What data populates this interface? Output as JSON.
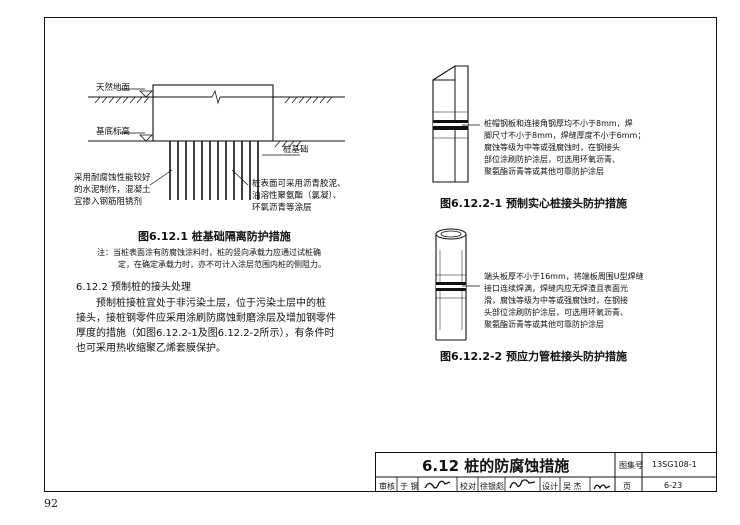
{
  "fig1": {
    "label_ground": "天然地面",
    "label_base": "基底标高",
    "label_pile": "桩基础",
    "left_note": [
      "采用耐腐蚀性能较好",
      "的水泥制作，混凝土",
      "宜掺入钢筋阻锈剂"
    ],
    "right_note": [
      "桩表面可采用沥青胶泥、",
      "油溶性聚氨酯（氯凝）、",
      "环氧沥青等涂层"
    ],
    "caption": "图6.12.1  桩基础隔离防护措施",
    "note_lines": [
      "注：当桩表面涂有防腐蚀涂料时，桩的竖向承载力应通过试桩确",
      "定，在确定承载力时，亦不可计入涂层范围内桩的侧阻力。"
    ]
  },
  "section": {
    "heading": "6.12.2  预制桩的接头处理",
    "lines": [
      "预制桩接桩宜处于非污染土层，位于污染土层中的桩",
      "接头，接桩钢零件应采用涂刷防腐蚀耐磨涂层及增加钢零件",
      "厚度的措施（如图6.12.2-1及图6.12.2-2所示），有条件时",
      "也可采用热收缩聚乙烯套膜保护。"
    ]
  },
  "fig2": {
    "note": [
      "桩帽钢板和连接角钢厚均不小于8mm，焊",
      "脚尺寸不小于8mm，焊缝厚度不小于6mm；",
      "腐蚀等级为中等或强腐蚀时，在钢接头",
      "部位涂刷防护涂层，可选用环氧沥青、",
      "聚氨酯沥青等或其他可靠防护涂层"
    ],
    "caption": "图6.12.2-1  预制实心桩接头防护措施"
  },
  "fig3": {
    "note": [
      "端头板厚不小于16mm，将端板周围U型焊缝",
      "接口连续焊满，焊缝内应无焊渣且表面光",
      "滑，腐蚀等级为中等或强腐蚀时，在钢接",
      "头部位涂刷防护涂层，可选用环氧沥青、",
      "聚氨酯沥青等或其他可靠防护涂层"
    ],
    "caption": "图6.12.2-2  预应力管桩接头防护措施"
  },
  "title_block": {
    "title": "6.12  桩的防腐蚀措施",
    "atlas_label": "图集号",
    "atlas_no": "13SG108-1",
    "page_label": "页",
    "page_no": "6-23",
    "row": [
      {
        "k": "审核",
        "v": "于 钢"
      },
      {
        "k": "校对",
        "v": "徐银彪"
      },
      {
        "k": "设计",
        "v": "吴 杰"
      }
    ]
  },
  "page_number": "92"
}
